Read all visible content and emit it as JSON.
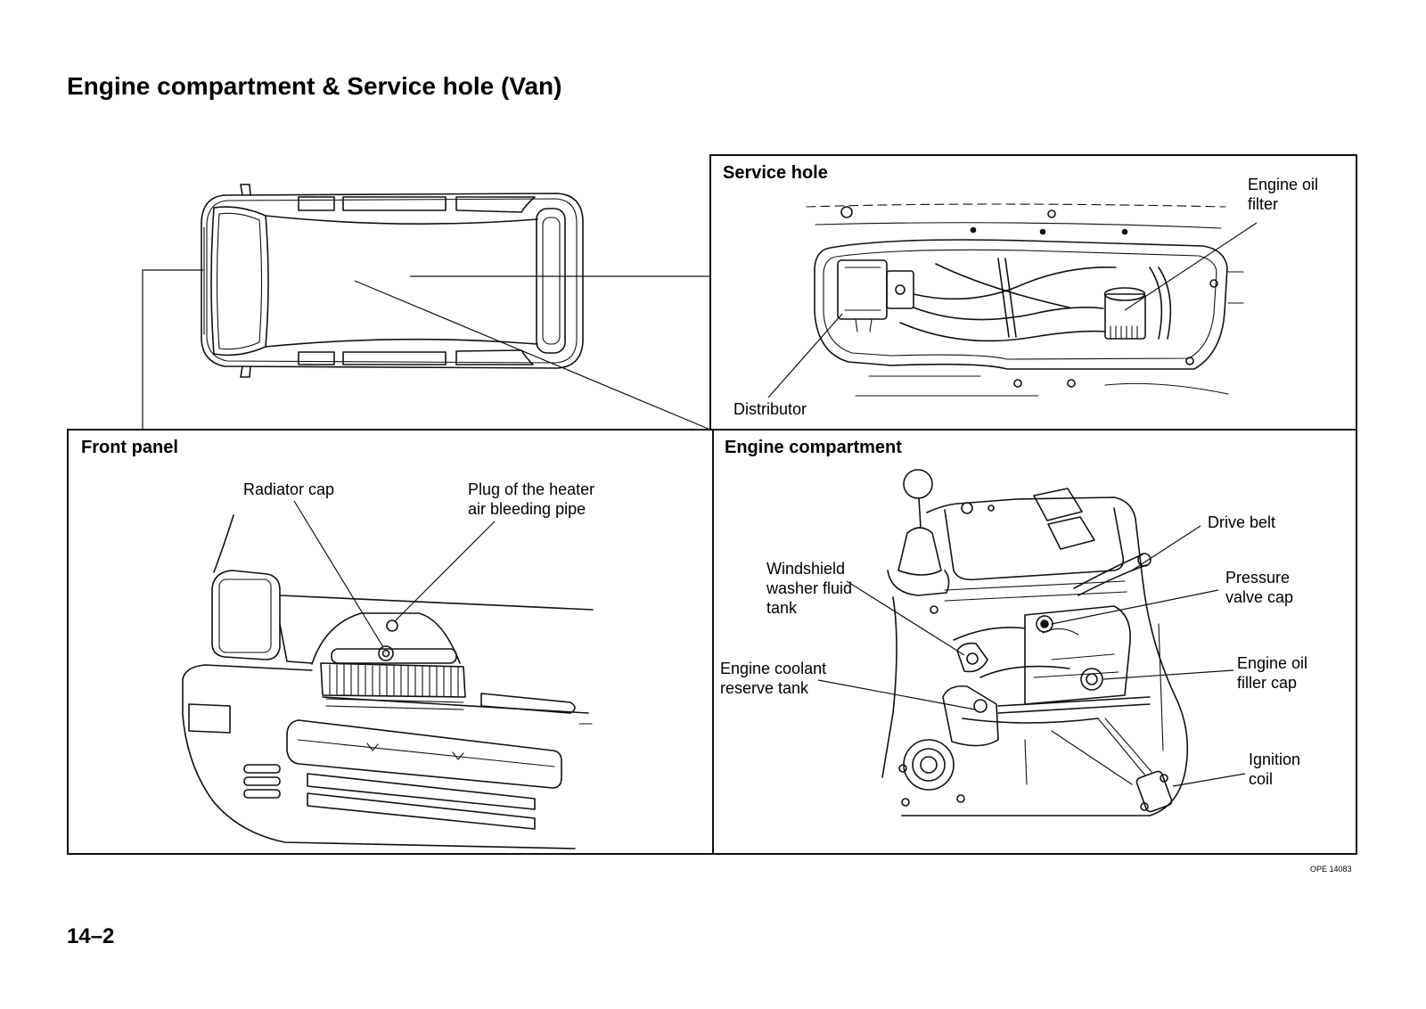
{
  "page": {
    "title": "Engine compartment & Service hole (Van)",
    "figure_code": "OPE 14083",
    "page_number": "14–2"
  },
  "service_hole": {
    "heading": "Service hole",
    "labels": {
      "engine_oil_filter": [
        "Engine oil",
        "filter"
      ],
      "distributor": [
        "Distributor"
      ]
    }
  },
  "front_panel": {
    "heading": "Front panel",
    "labels": {
      "radiator_cap": [
        "Radiator cap"
      ],
      "heater_plug": [
        "Plug of the heater",
        "air bleeding pipe"
      ]
    }
  },
  "engine_compartment": {
    "heading": "Engine compartment",
    "labels": {
      "drive_belt": [
        "Drive belt"
      ],
      "washer_tank": [
        "Windshield",
        "washer fluid",
        "tank"
      ],
      "pressure_valve_cap": [
        "Pressure",
        "valve cap"
      ],
      "coolant_tank": [
        "Engine coolant",
        "reserve tank"
      ],
      "oil_filler_cap": [
        "Engine oil",
        "filler cap"
      ],
      "ignition_coil": [
        "Ignition",
        "coil"
      ]
    }
  }
}
